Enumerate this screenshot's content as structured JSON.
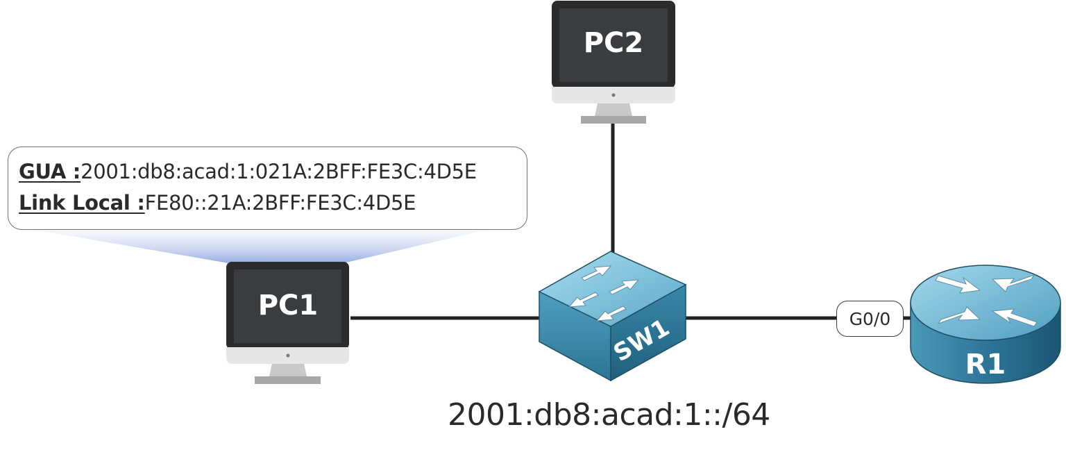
{
  "devices": {
    "pc1": {
      "label": "PC1"
    },
    "pc2": {
      "label": "PC2"
    },
    "sw1": {
      "label": "SW1"
    },
    "r1": {
      "label": "R1"
    }
  },
  "callout": {
    "gua_label": "GUA :",
    "gua_value": "2001:db8:acad:1:021A:2BFF:FE3C:4D5E",
    "link_local_label": "Link Local :",
    "link_local_value": "FE80::21A:2BFF:FE3C:4D5E"
  },
  "router_interface": "G0/0",
  "subnet": "2001:db8:acad:1::/64",
  "colors": {
    "monitor_body": "#2b2b2b",
    "monitor_screen": "#3a3d40",
    "monitor_chin": "#e6e6e6",
    "monitor_stand": "#a8a8a8",
    "device_blue_light": "#7fc4dd",
    "device_blue_dark": "#2e7a99",
    "cable": "#222222",
    "callout_glow": "#9fb3e0"
  }
}
